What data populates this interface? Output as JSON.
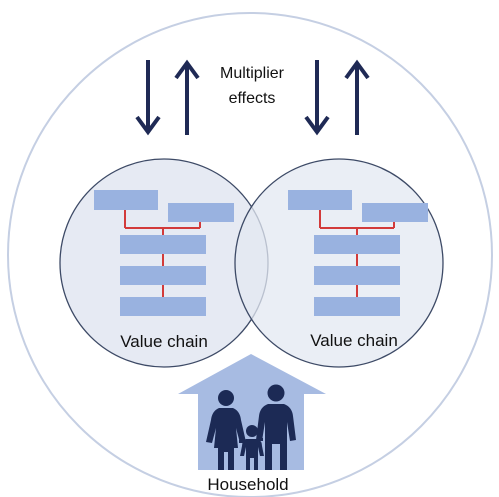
{
  "diagram": {
    "multiplier_line1": "Multiplier",
    "multiplier_line2": "effects",
    "left_chain_label": "Value chain",
    "right_chain_label": "Value chain",
    "household_label": "Household"
  },
  "colors": {
    "outer_circle_stroke": "#c5cfe3",
    "chain_circle_fill": "#e3e8f2",
    "chain_circle_stroke": "#3d4a66",
    "box_fill": "#99b2e0",
    "connector": "#d23a3a",
    "arrow": "#1f2a55",
    "house_fill": "#a7bbe2",
    "family_fill": "#1c2a55"
  },
  "icons": {
    "arrows": [
      "arrow-down-icon",
      "arrow-up-icon"
    ],
    "house": "house-icon",
    "family": "family-icon"
  }
}
